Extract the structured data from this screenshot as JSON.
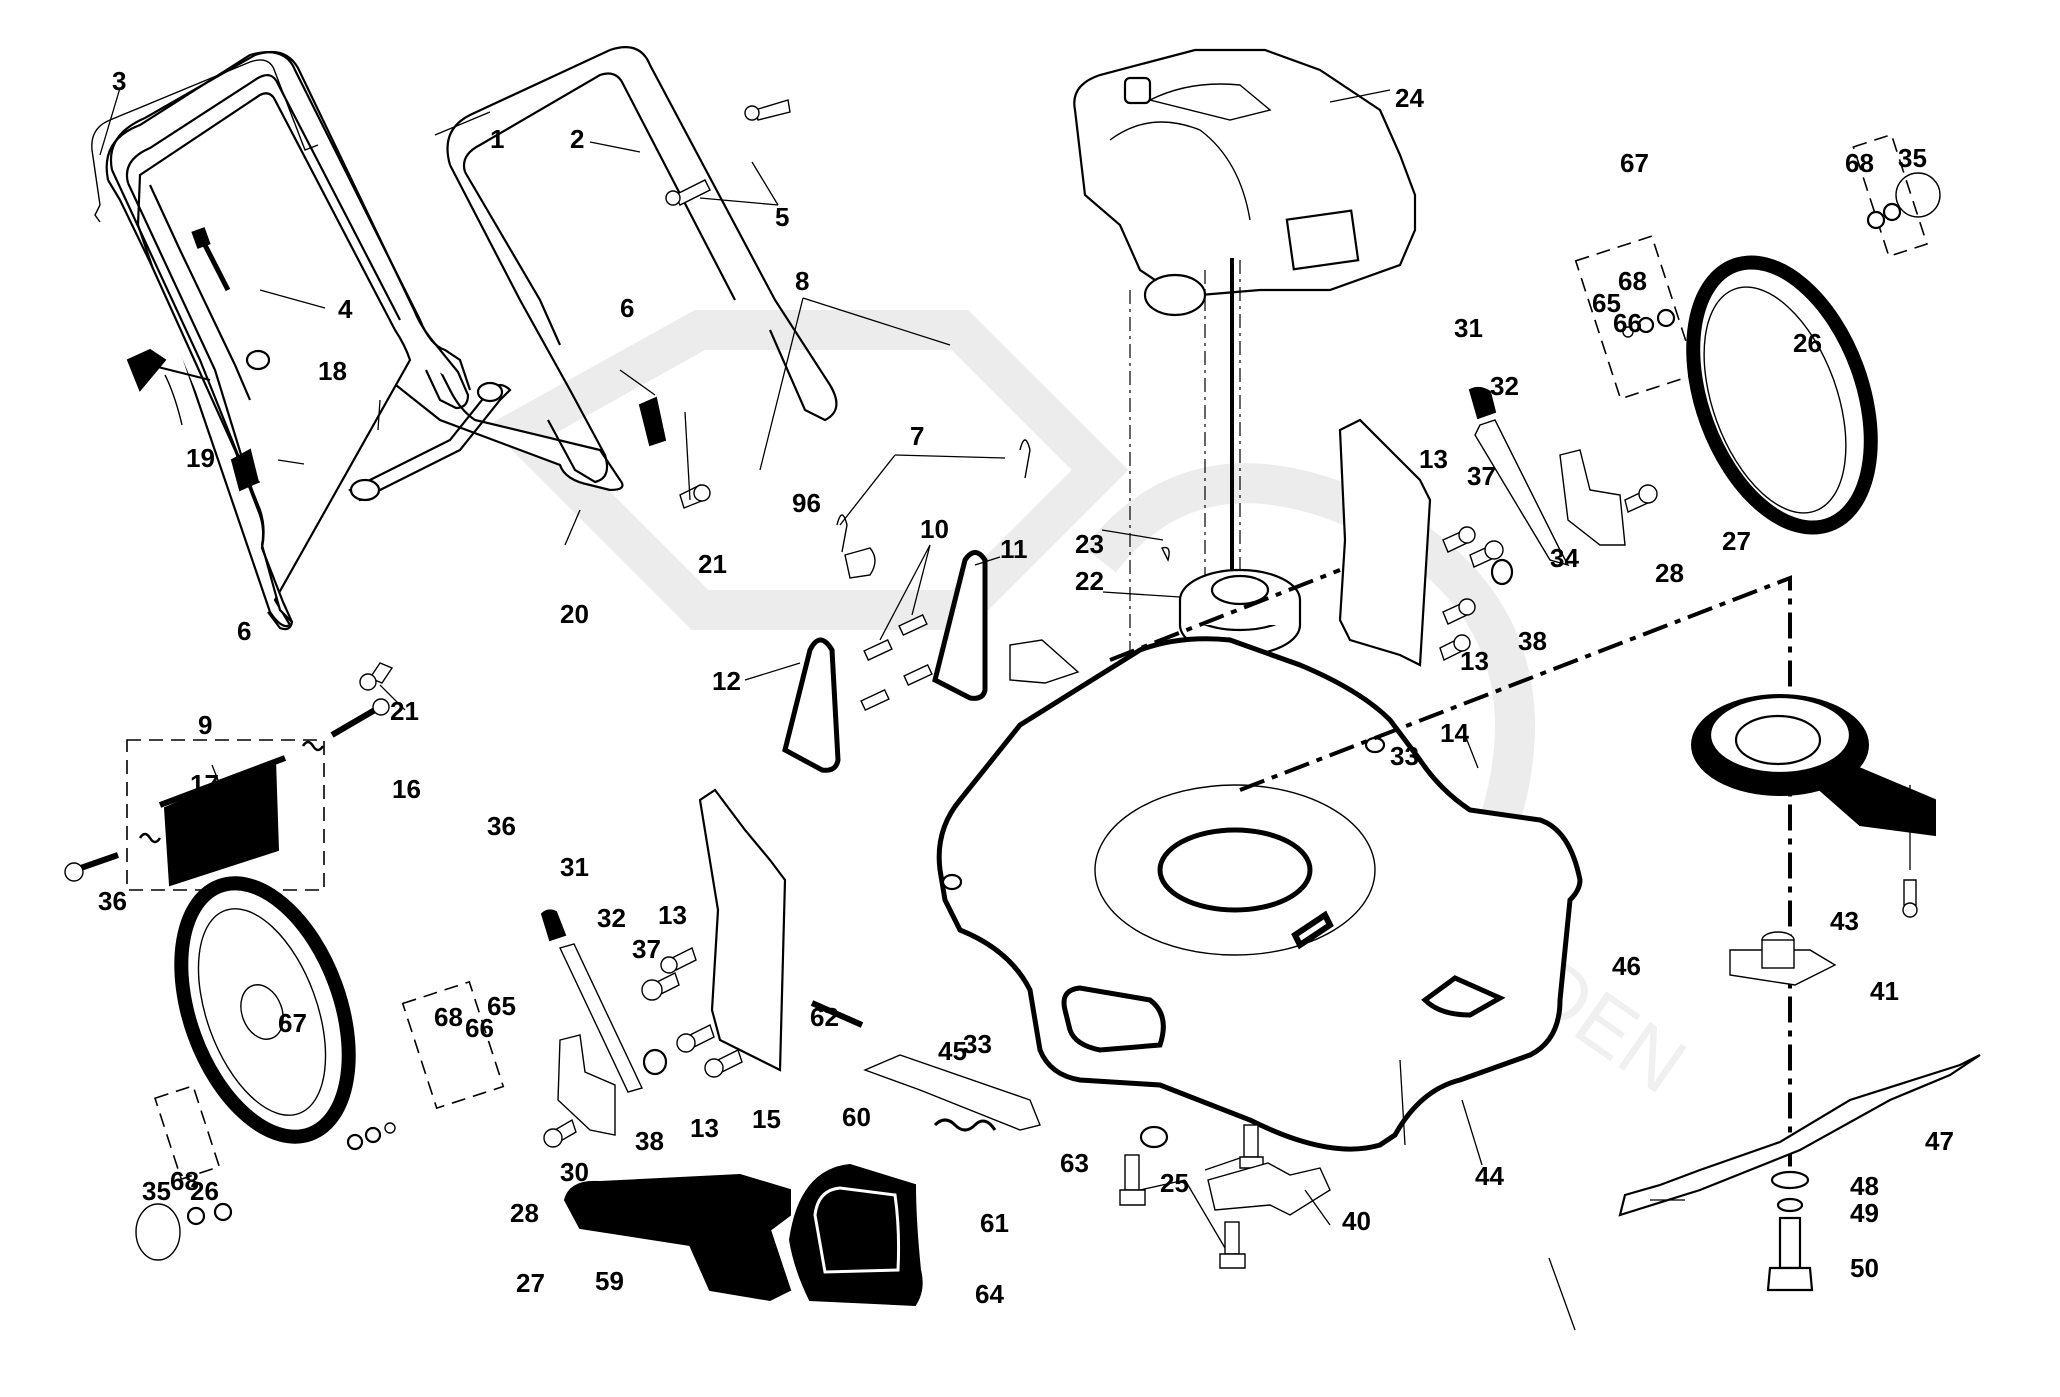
{
  "title": "Lawn mower exploded parts diagram",
  "watermark": {
    "text": "GARDEN"
  },
  "colors": {
    "ink": "#000000",
    "paper": "#ffffff",
    "watermark": "#ececec"
  },
  "callouts": [
    {
      "id": "c1",
      "label": "1",
      "part": "upper-handle"
    },
    {
      "id": "c2",
      "label": "2",
      "part": "lower-handle"
    },
    {
      "id": "c3",
      "label": "3",
      "part": "control-bail"
    },
    {
      "id": "c4",
      "label": "4",
      "part": "cable-clip"
    },
    {
      "id": "c5",
      "label": "5",
      "part": "handle-bolts"
    },
    {
      "id": "c6a",
      "label": "6",
      "part": "handle-knob"
    },
    {
      "id": "c6b",
      "label": "6",
      "part": "handle-knob"
    },
    {
      "id": "c7",
      "label": "7",
      "part": "hairpin-clips"
    },
    {
      "id": "c8",
      "label": "8",
      "part": "cable-ties"
    },
    {
      "id": "c9",
      "label": "9",
      "part": "rear-flap-assembly"
    },
    {
      "id": "c10",
      "label": "10",
      "part": "pins"
    },
    {
      "id": "c11",
      "label": "11",
      "part": "height-bracket-right"
    },
    {
      "id": "c12",
      "label": "12",
      "part": "height-bracket-left"
    },
    {
      "id": "c13a",
      "label": "13",
      "part": "bolt"
    },
    {
      "id": "c13b",
      "label": "13",
      "part": "bolt"
    },
    {
      "id": "c13c",
      "label": "13",
      "part": "bolt"
    },
    {
      "id": "c13d",
      "label": "13",
      "part": "bolt"
    },
    {
      "id": "c14",
      "label": "14",
      "part": "height-adjuster-right"
    },
    {
      "id": "c15",
      "label": "15",
      "part": "height-adjuster-left"
    },
    {
      "id": "c16",
      "label": "16",
      "part": "spring-right"
    },
    {
      "id": "c17",
      "label": "17",
      "part": "spring-left"
    },
    {
      "id": "c18",
      "label": "18",
      "part": "nut"
    },
    {
      "id": "c19",
      "label": "19",
      "part": "rope-guide-knob"
    },
    {
      "id": "c20",
      "label": "20",
      "part": "handle-rod"
    },
    {
      "id": "c21a",
      "label": "21",
      "part": "bolt"
    },
    {
      "id": "c21b",
      "label": "21",
      "part": "bolt"
    },
    {
      "id": "c22",
      "label": "22",
      "part": "pulley"
    },
    {
      "id": "c23",
      "label": "23",
      "part": "key"
    },
    {
      "id": "c24",
      "label": "24",
      "part": "engine"
    },
    {
      "id": "c25",
      "label": "25",
      "part": "engine-bolts"
    },
    {
      "id": "c26a",
      "label": "26",
      "part": "wheel-nut"
    },
    {
      "id": "c26b",
      "label": "26",
      "part": "wheel-nut"
    },
    {
      "id": "c27a",
      "label": "27",
      "part": "wheel"
    },
    {
      "id": "c27b",
      "label": "27",
      "part": "wheel"
    },
    {
      "id": "c28a",
      "label": "28",
      "part": "wheel-bolt"
    },
    {
      "id": "c28b",
      "label": "28",
      "part": "wheel-bolt"
    },
    {
      "id": "c30",
      "label": "30",
      "part": "axle-bracket-left"
    },
    {
      "id": "c31a",
      "label": "31",
      "part": "lever-grip"
    },
    {
      "id": "c31b",
      "label": "31",
      "part": "lever-grip"
    },
    {
      "id": "c32a",
      "label": "32",
      "part": "height-lever"
    },
    {
      "id": "c32b",
      "label": "32",
      "part": "height-lever"
    },
    {
      "id": "c33a",
      "label": "33",
      "part": "nut"
    },
    {
      "id": "c33b",
      "label": "33",
      "part": "nut"
    },
    {
      "id": "c34",
      "label": "34",
      "part": "axle-bracket-right"
    },
    {
      "id": "c35a",
      "label": "35",
      "part": "hub-cap"
    },
    {
      "id": "c35b",
      "label": "35",
      "part": "hub-cap"
    },
    {
      "id": "c36a",
      "label": "36",
      "part": "flap-rod"
    },
    {
      "id": "c36b",
      "label": "36",
      "part": "flap-rod"
    },
    {
      "id": "c37a",
      "label": "37",
      "part": "shoulder-bolt"
    },
    {
      "id": "c37b",
      "label": "37",
      "part": "shoulder-bolt"
    },
    {
      "id": "c38a",
      "label": "38",
      "part": "spacer"
    },
    {
      "id": "c38b",
      "label": "38",
      "part": "spacer"
    },
    {
      "id": "c40",
      "label": "40",
      "part": "cable-bracket"
    },
    {
      "id": "c41",
      "label": "41",
      "part": "screw"
    },
    {
      "id": "c43",
      "label": "43",
      "part": "blade-brake"
    },
    {
      "id": "c44",
      "label": "44",
      "part": "deck"
    },
    {
      "id": "c45",
      "label": "45",
      "part": "label"
    },
    {
      "id": "c46",
      "label": "46",
      "part": "blade-adapter"
    },
    {
      "id": "c47",
      "label": "47",
      "part": "blade"
    },
    {
      "id": "c48",
      "label": "48",
      "part": "washer"
    },
    {
      "id": "c49",
      "label": "49",
      "part": "lock-washer"
    },
    {
      "id": "c50",
      "label": "50",
      "part": "blade-bolt"
    },
    {
      "id": "c59",
      "label": "59",
      "part": "mulch-plug"
    },
    {
      "id": "c60",
      "label": "60",
      "part": "side-door-bracket"
    },
    {
      "id": "c61",
      "label": "61",
      "part": "spring"
    },
    {
      "id": "c62",
      "label": "62",
      "part": "rod"
    },
    {
      "id": "c63",
      "label": "63",
      "part": "nut"
    },
    {
      "id": "c64",
      "label": "64",
      "part": "side-discharge-cover"
    },
    {
      "id": "c65a",
      "label": "65",
      "part": "o-ring"
    },
    {
      "id": "c65b",
      "label": "65",
      "part": "o-ring"
    },
    {
      "id": "c66a",
      "label": "66",
      "part": "washer"
    },
    {
      "id": "c66b",
      "label": "66",
      "part": "washer"
    },
    {
      "id": "c67a",
      "label": "67",
      "part": "wheel-assembly"
    },
    {
      "id": "c67b",
      "label": "67",
      "part": "wheel-assembly"
    },
    {
      "id": "c68a",
      "label": "68",
      "part": "bearing"
    },
    {
      "id": "c68b",
      "label": "68",
      "part": "bearing"
    },
    {
      "id": "c68c",
      "label": "68",
      "part": "bearing"
    },
    {
      "id": "c68d",
      "label": "68",
      "part": "bearing"
    },
    {
      "id": "c96",
      "label": "96",
      "part": "cable-clamp"
    }
  ]
}
